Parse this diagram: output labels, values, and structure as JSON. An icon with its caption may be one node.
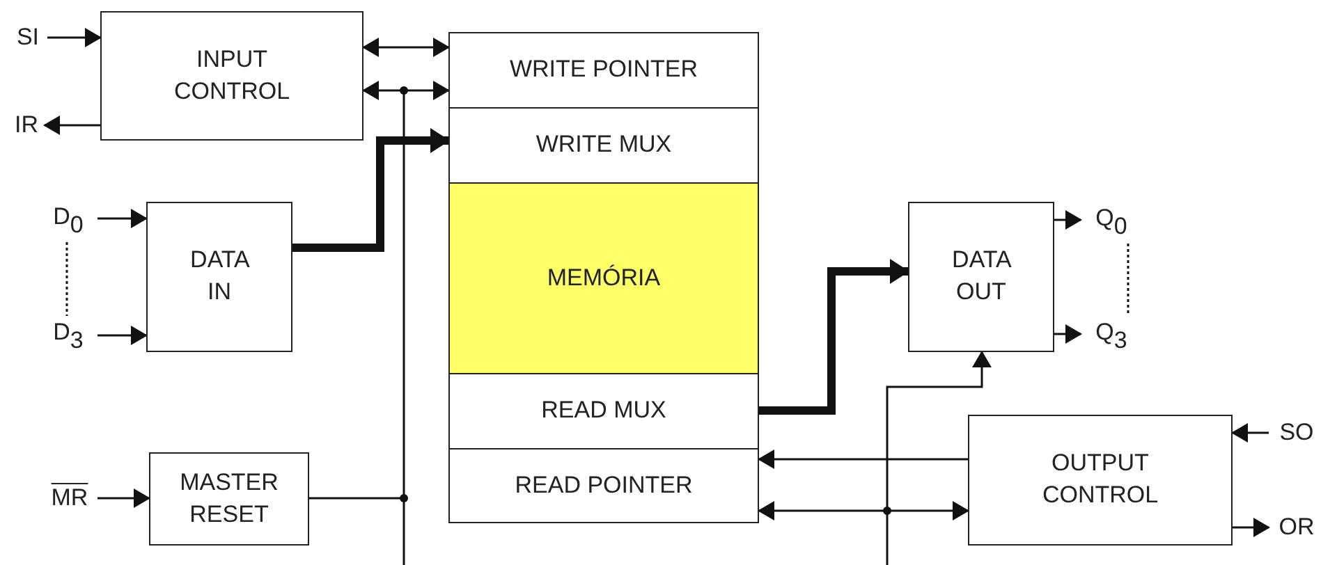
{
  "diagram": {
    "nodes": [
      {
        "text": [
          "SI"
        ]
      },
      {
        "text": [
          "INPUT CONTROL"
        ]
      },
      {
        "text": [
          "WRITE POINTER"
        ]
      },
      {
        "text": [
          "IR"
        ]
      },
      {
        "text": [
          "WRITE MUX"
        ]
      },
      {
        "text": [
          "D$_{0}$"
        ]
      },
      {
        "text": [
          "DATA IN"
        ]
      },
      {
        "text": [
          "MEMÓRIA"
        ]
      },
      {
        "text": [
          "DATA OUT"
        ]
      },
      {
        "text": [
          "Q$_{0}$"
        ]
      },
      {
        "text": [
          "Q$_{3}$"
        ]
      },
      {
        "text": [
          "D$_{3}$"
        ]
      },
      {
        "text": [
          "READ MUX"
        ]
      },
      {
        "text": [
          "SO"
        ]
      },
      {
        "text": [
          "OUTPUT CONTROL"
        ]
      },
      {
        "text": [
          "READ POINTER"
        ]
      },
      {
        "text": [
          "MR"
        ]
      },
      {
        "text": [
          "MASTER RESET"
        ]
      },
      {
        "text": [
          "OR"
        ]
      }
    ],
    "edges": [
      {
        "from": 0,
        "to": 1,
        "arrow": "to"
      },
      {
        "from": 1,
        "to": 3,
        "arrow": "to"
      },
      {
        "from": 1,
        "to": 2,
        "arrow": "both"
      },
      {
        "from": 1,
        "to": 2,
        "arrow": "both"
      },
      {
        "from": 6,
        "to": 4,
        "arrow": "to",
        "style": "thick"
      },
      {
        "from": 5,
        "to": 6,
        "arrow": "to"
      },
      {
        "from": 11,
        "to": 6,
        "arrow": "to"
      },
      {
        "from": 12,
        "to": 8,
        "arrow": "to",
        "style": "thick"
      },
      {
        "from": 8,
        "to": 9,
        "arrow": "to"
      },
      {
        "from": 8,
        "to": 10,
        "arrow": "to"
      },
      {
        "from": null,
        "to": 8,
        "arrow": "to"
      },
      {
        "from": 13,
        "to": 14,
        "arrow": "to"
      },
      {
        "from": 14,
        "to": 15,
        "arrow": "to"
      },
      {
        "from": 15,
        "to": 14,
        "arrow": "both"
      },
      {
        "from": 14,
        "to": 18,
        "arrow": "to"
      },
      {
        "from": 16,
        "to": 17,
        "arrow": "to"
      },
      {
        "from": 17,
        "to": null,
        "arrow": "none"
      },
      {
        "from": 5,
        "to": 11,
        "arrow": "none",
        "style": "dashed"
      },
      {
        "from": 9,
        "to": 10,
        "arrow": "none",
        "style": "dashed"
      }
    ]
  }
}
